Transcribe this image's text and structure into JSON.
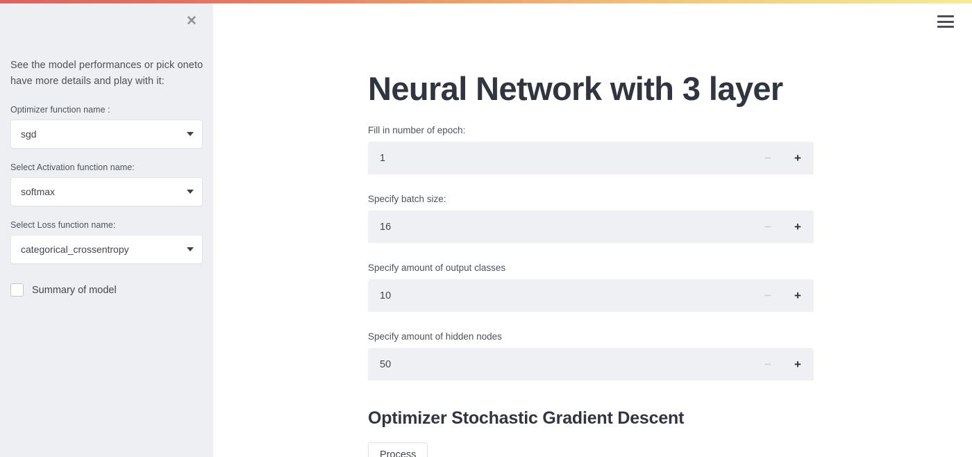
{
  "theme": {
    "gradient_start": "#e0625c",
    "gradient_end": "#f6ec95",
    "sidebar_bg": "#edeff3",
    "main_bg": "#ffffff",
    "text_color": "#41464d",
    "title_color": "#31353f",
    "input_bg": "#eef0f4"
  },
  "sidebar": {
    "close_label": "✕",
    "intro_text": "See the model performances or pick oneto have more details and play with it:",
    "selects": [
      {
        "label": "Optimizer function name :",
        "value": "sgd",
        "name": "optimizer-function-select"
      },
      {
        "label": "Select Activation function name:",
        "value": "softmax",
        "name": "activation-function-select"
      },
      {
        "label": "Select Loss function name:",
        "value": "categorical_crossentropy",
        "name": "loss-function-select"
      }
    ],
    "checkbox": {
      "label": "Summary of model",
      "checked": false
    }
  },
  "main": {
    "page_title": "Neural Network with 3 layer",
    "number_fields": [
      {
        "label": "Fill in number of epoch:",
        "value": "1",
        "minus_label": "−",
        "plus_label": "+",
        "name": "epoch"
      },
      {
        "label": "Specify batch size:",
        "value": "16",
        "minus_label": "−",
        "plus_label": "+",
        "name": "batch-size"
      },
      {
        "label": "Specify amount of output classes",
        "value": "10",
        "minus_label": "−",
        "plus_label": "+",
        "name": "output-classes"
      },
      {
        "label": "Specify amount of hidden nodes",
        "value": "50",
        "minus_label": "−",
        "plus_label": "+",
        "name": "hidden-nodes"
      }
    ],
    "optimizer_title": "Optimizer Stochastic Gradient Descent",
    "process_button_label": "Process"
  }
}
